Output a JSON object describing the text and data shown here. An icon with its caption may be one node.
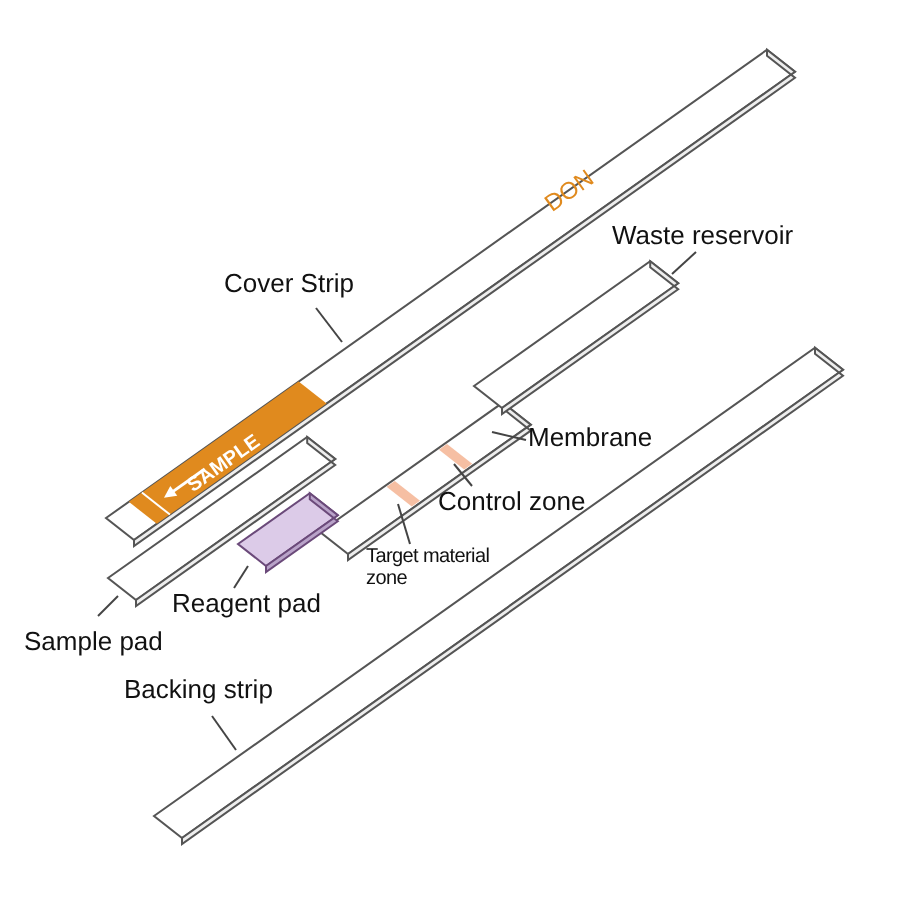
{
  "diagram": {
    "nodes": [
      {
        "text": [
          "Cover Strip"
        ]
      },
      {
        "text": [],
        "shape": "bar"
      },
      {
        "text": [
          "Waste reservoir"
        ]
      },
      {
        "text": [],
        "shape": "bar"
      },
      {
        "text": [
          "Membrane"
        ]
      },
      {
        "text": [],
        "shape": "bar"
      },
      {
        "text": [
          "Control zone"
        ]
      },
      {
        "text": [],
        "shape": "bar",
        "in": 5
      },
      {
        "text": [
          "Target material zone"
        ]
      },
      {
        "text": [],
        "shape": "bar",
        "in": 5
      },
      {
        "text": [
          "Reagent pad"
        ]
      },
      {
        "text": [],
        "shape": "bar"
      },
      {
        "text": [
          "Sample pad"
        ]
      },
      {
        "text": [],
        "shape": "bar"
      },
      {
        "text": [
          "Backing strip"
        ]
      },
      {
        "text": [],
        "shape": "bar"
      }
    ],
    "edges": [
      {
        "from": 0,
        "to": 1,
        "arrow": "none"
      },
      {
        "from": 2,
        "to": 3,
        "arrow": "none"
      },
      {
        "from": 4,
        "to": 5,
        "arrow": "none"
      },
      {
        "from": 6,
        "to": 7,
        "arrow": "none"
      },
      {
        "from": 8,
        "to": 9,
        "arrow": "none"
      },
      {
        "from": 10,
        "to": 11,
        "arrow": "none"
      },
      {
        "from": 12,
        "to": 13,
        "arrow": "none"
      },
      {
        "from": 14,
        "to": 15,
        "arrow": "none"
      }
    ],
    "labels": [
      "DON",
      "SAMPLE"
    ]
  }
}
